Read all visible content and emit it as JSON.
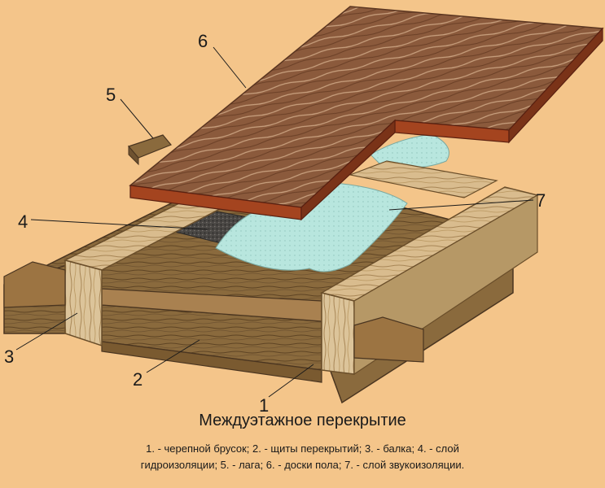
{
  "diagram": {
    "title": "Междуэтажное перекрытие",
    "legend_line1": "1. - черепной брусок; 2. - щиты перекрытий; 3. - балка; 4. - слой",
    "legend_line2": "гидроизоляции; 5. - лага; 6. - доски пола; 7. - слой звукоизоляции.",
    "callouts": {
      "c1": "1",
      "c2": "2",
      "c3": "3",
      "c4": "4",
      "c5": "5",
      "c6": "6",
      "c7": "7"
    }
  },
  "colors": {
    "background": "#f4c58a",
    "floor_board": "#8b5a3c",
    "board_edge": "#a4441f",
    "beam_wood": "#d9bc8e",
    "dark_wood": "#8a6a3d",
    "insulation": "#b8e6de",
    "waterproofing": "#4a4744"
  }
}
